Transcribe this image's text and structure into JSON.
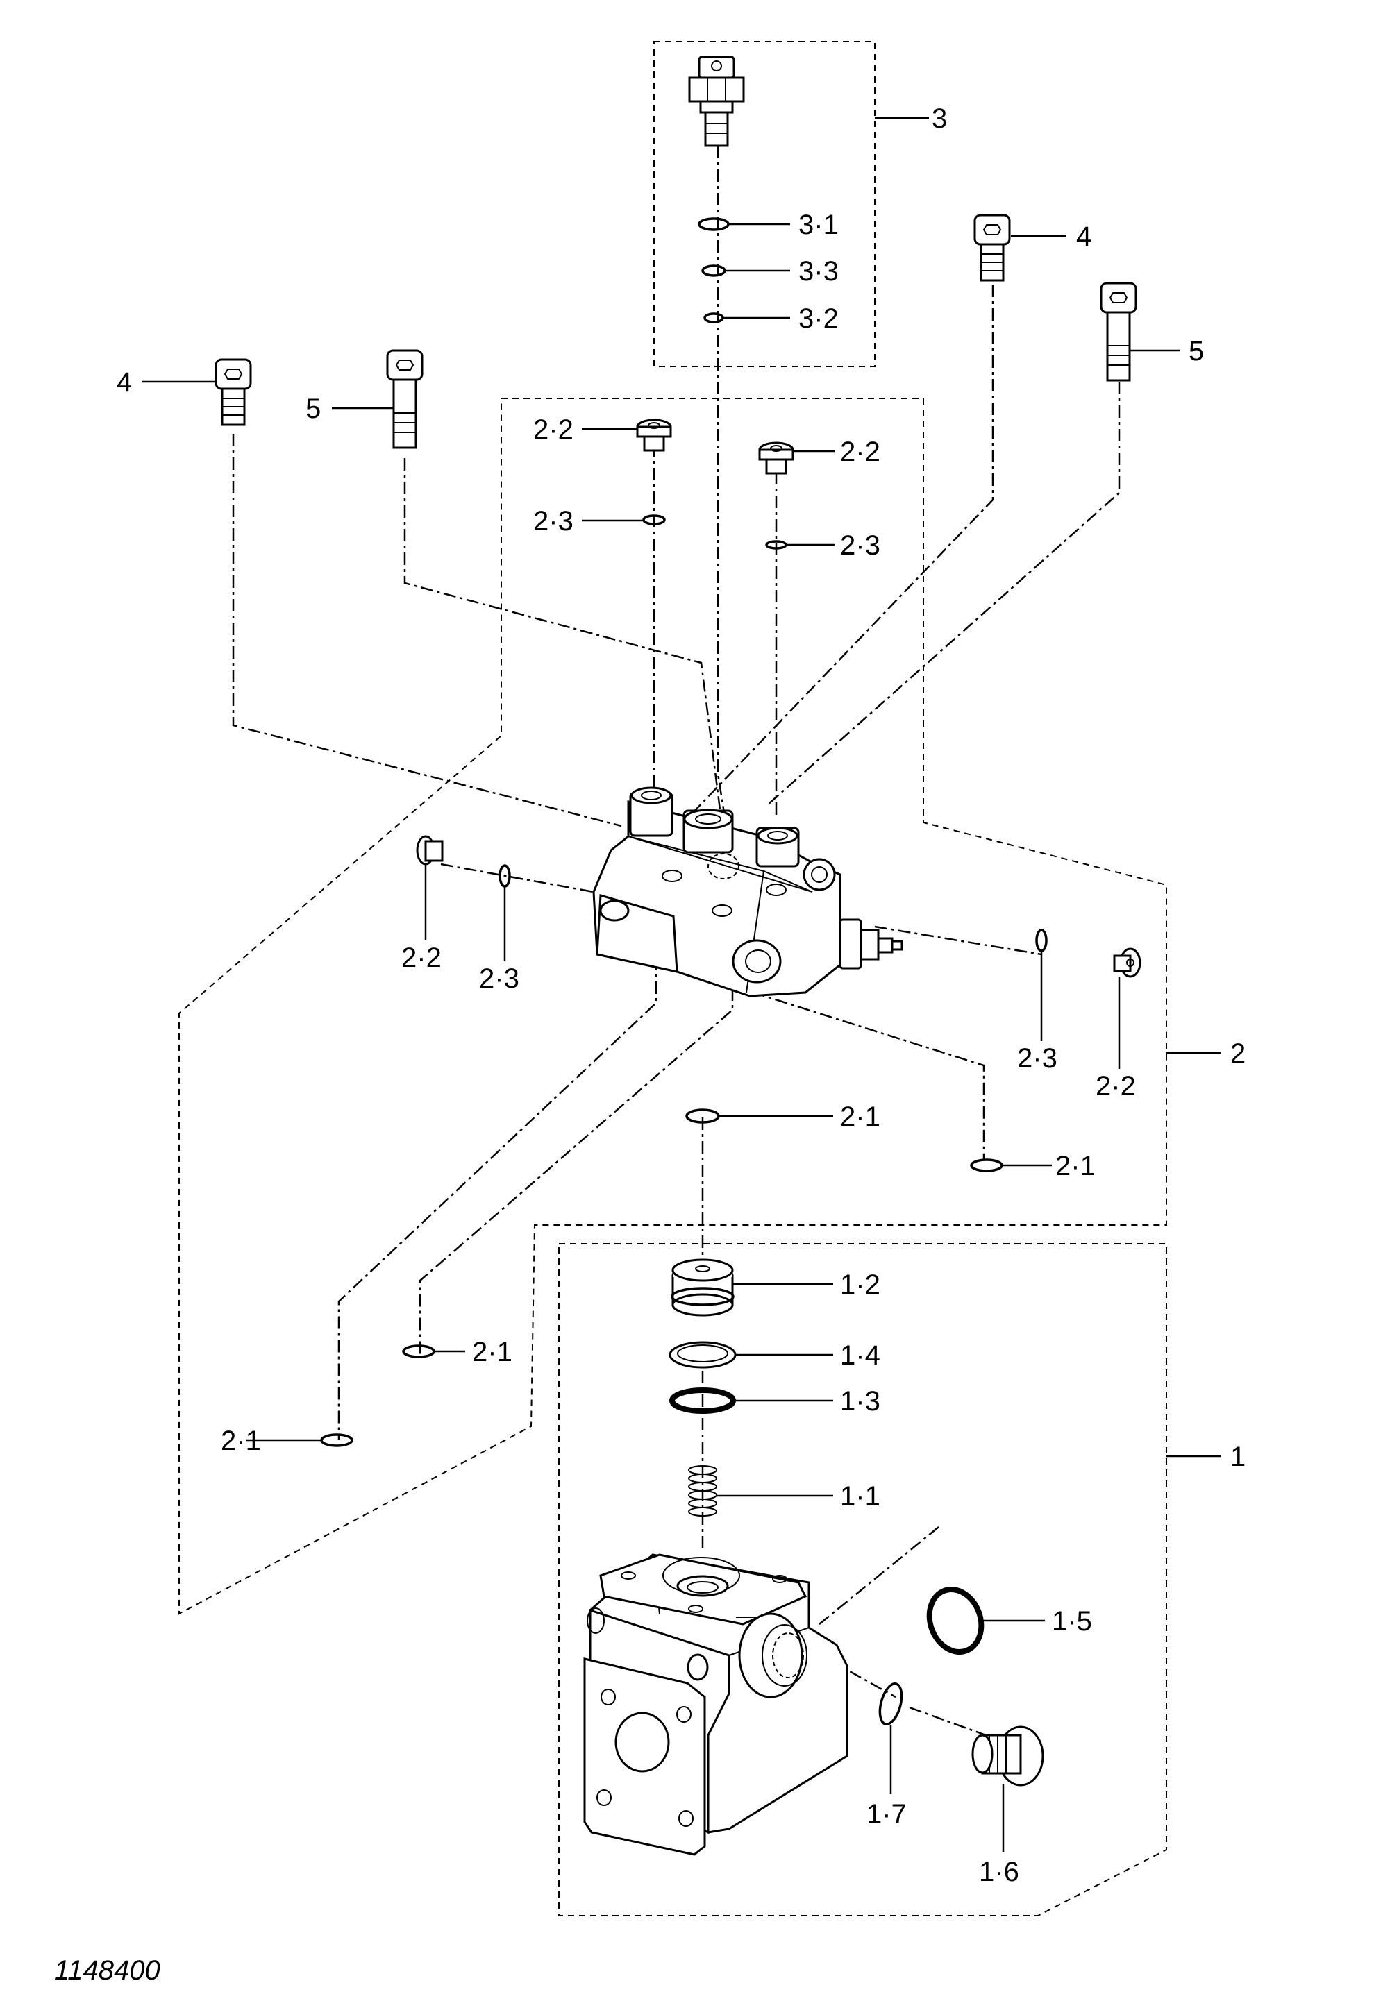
{
  "figure": {
    "id": "1148400"
  },
  "callouts": {
    "c_3": "3",
    "c_3_1": "3·1",
    "c_3_3": "3·3",
    "c_3_2": "3·2",
    "c_4_right": "4",
    "c_5_right": "5",
    "c_4_left": "4",
    "c_5_left": "5",
    "c_2_2_top_left": "2·2",
    "c_2_2_top_right": "2·2",
    "c_2_3_top_left": "2·3",
    "c_2_3_top_right": "2·3",
    "c_2_2_side_left": "2·2",
    "c_2_3_side_left": "2·3",
    "c_2_3_side_right": "2·3",
    "c_2_2_side_right": "2·2",
    "c_2": "2",
    "c_2_1_center": "2·1",
    "c_2_1_right": "2·1",
    "c_2_1_mid_left": "2·1",
    "c_2_1_far_left": "2·1",
    "c_1_2": "1·2",
    "c_1_4": "1·4",
    "c_1_3": "1·3",
    "c_1_1": "1·1",
    "c_1": "1",
    "c_1_5": "1·5",
    "c_1_7": "1·7",
    "c_1_6": "1·6"
  },
  "icons": {
    "cartridge_valve": "relief-valve-cartridge-icon",
    "cap_screw": "socket-head-cap-screw-icon",
    "plug": "socket-plug-icon",
    "o_ring": "o-ring-icon",
    "valve_block": "valve-block-icon",
    "housing": "valve-housing-icon",
    "spring": "coil-spring-icon",
    "piston": "piston-icon"
  }
}
